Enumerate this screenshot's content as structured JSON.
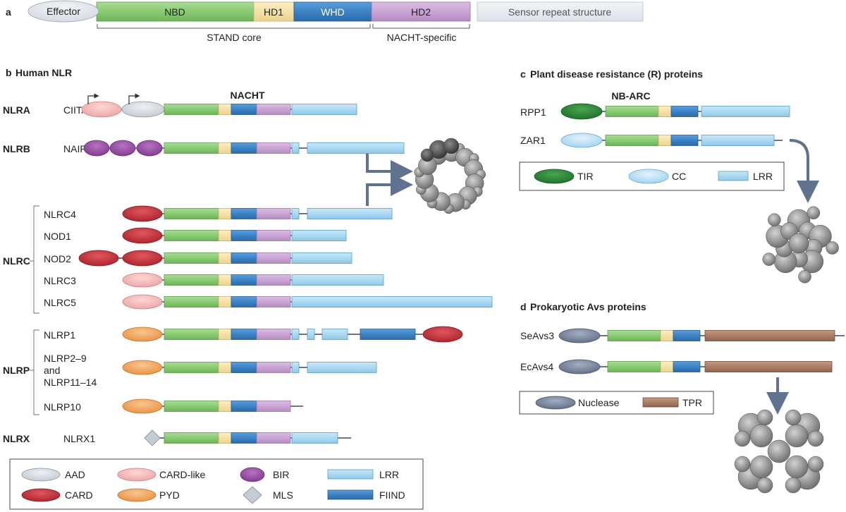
{
  "panel_a": {
    "letter": "a",
    "segments": [
      "Effector",
      "NBD",
      "HD1",
      "WHD",
      "HD2",
      "Sensor repeat structure"
    ],
    "brackets": [
      "STAND core",
      "NACHT-specific"
    ]
  },
  "panel_b": {
    "letter": "b",
    "title": "Human NLR",
    "nacht": "NACHT",
    "groups": [
      "NLRA",
      "NLRB",
      "NLRC",
      "NLRP",
      "NLRX"
    ],
    "proteins": {
      "ciita": "CIITA",
      "naip": "NAIP",
      "nlrc4": "NLRC4",
      "nod1": "NOD1",
      "nod2": "NOD2",
      "nlrc3": "NLRC3",
      "nlrc5": "NLRC5",
      "nlrp1": "NLRP1",
      "nlrp2_l1": "NLRP2–9",
      "nlrp2_l2": "and",
      "nlrp2_l3": "NLRP11–14",
      "nlrp10": "NLRP10",
      "nlrx1": "NLRX1"
    },
    "legend": [
      "AAD",
      "CARD-like",
      "BIR",
      "LRR",
      "CARD",
      "PYD",
      "MLS",
      "FIIND"
    ]
  },
  "panel_c": {
    "letter": "c",
    "title": "Plant disease resistance (R) proteins",
    "nbarc": "NB-ARC",
    "proteins": [
      "RPP1",
      "ZAR1"
    ],
    "legend": [
      "TIR",
      "CC",
      "LRR"
    ]
  },
  "panel_d": {
    "letter": "d",
    "title": "Prokaryotic Avs proteins",
    "proteins": [
      "SeAvs3",
      "EcAvs4"
    ],
    "legend": [
      "Nuclease",
      "TPR"
    ]
  },
  "colors": {
    "nbd": "#8fcf7a",
    "hd1": "#f6e3a6",
    "whd": "#3f86c8",
    "hd2": "#c9a2d3",
    "lrr": "#a9d8f2",
    "card": "#c8313a",
    "card_like": "#f6b9b9",
    "aad": "#d9dde4",
    "bir": "#9b4fa6",
    "pyd": "#f4a862",
    "mls": "#c6ccd6",
    "tir": "#2f8a3a",
    "cc": "#bfe3f6",
    "nuclease": "#7d8aa3",
    "tpr": "#a67b62",
    "arrow": "#5f7290"
  }
}
